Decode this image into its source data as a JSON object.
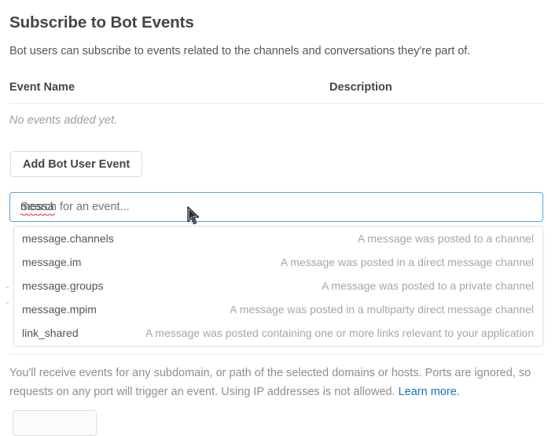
{
  "section": {
    "title": "Subscribe to Bot Events",
    "description": "Bot users can subscribe to events related to the channels and conversations they're part of."
  },
  "events_table": {
    "columns": [
      "Event Name",
      "Description"
    ],
    "empty_message": "No events added yet.",
    "rows": []
  },
  "buttons": {
    "add_bot_user_event": "Add Bot User Event"
  },
  "combobox": {
    "value": "messa",
    "placeholder": "Search for an event...",
    "spellcheck_flagged": true,
    "options": [
      {
        "name": "message.channels",
        "description": "A message was posted to a channel"
      },
      {
        "name": "message.im",
        "description": "A message was posted in a direct message channel"
      },
      {
        "name": "message.groups",
        "description": "A message was posted to a private channel"
      },
      {
        "name": "message.mpim",
        "description": "A message was posted in a multiparty direct message channel"
      },
      {
        "name": "link_shared",
        "description": "A message was posted containing one or more links relevant to your application"
      }
    ]
  },
  "helper": {
    "text": "You'll receive events for any subdomain, or path of the selected domains or hosts. Ports are ignored, so requests on any port will trigger an event. Using IP addresses is not allowed. ",
    "link_label": "Learn more."
  },
  "colors": {
    "focus_border": "#56a5de",
    "link": "#1b74b8",
    "text_primary": "#454545",
    "text_secondary": "#555459",
    "text_muted": "#a6a6ad",
    "rule": "#e8e8e8"
  }
}
